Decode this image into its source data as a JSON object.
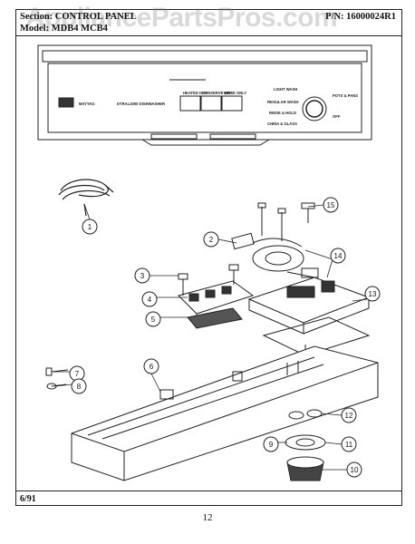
{
  "header": {
    "section_label": "Section:",
    "section_value": "CONTROL PANEL",
    "model_label": "Model:",
    "model_value": "MDB4 MCB4",
    "part_number_label": "P/N:",
    "part_number_value": "16000024R1"
  },
  "watermark": "AppliancePartsPros.com",
  "panel": {
    "brand": "MAYTAG",
    "model_text": "DTRAL2000 DISHWASHER",
    "buttons": [
      "HEATED DRY",
      "CONSERVE DRY",
      "RINSE ONLY"
    ],
    "cycle_labels_left": [
      "LIGHT WASH",
      "REGULAR WASH",
      "RINSE & HOLD",
      "CHINA & GLASS"
    ],
    "cycle_labels_right": [
      "POTS & PANS",
      "OFF"
    ]
  },
  "callouts": [
    "1",
    "2",
    "3",
    "4",
    "5",
    "6",
    "7",
    "8",
    "9",
    "10",
    "11",
    "12",
    "13",
    "14",
    "15"
  ],
  "footer": {
    "date": "6/91",
    "page_number": "12"
  }
}
